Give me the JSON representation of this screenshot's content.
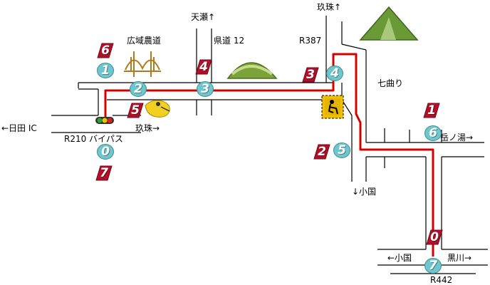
{
  "labels": {
    "amase_up": "天瀬↑",
    "koiki_nodo": "広域農道",
    "kendo_12": "県道 12",
    "r387": "R387",
    "kusu_up": "玖珠↑",
    "hita_ic": "←日田 IC",
    "r210": "R210 バイパス",
    "kusu_right": "玖珠→",
    "nanamagari": "七曲り",
    "takenoyu": "岳ノ湯→",
    "oguni_down": "↓小国",
    "oguni_left": "←小国",
    "kurokawa": "黒川→",
    "r442": "R442"
  },
  "markers": {
    "m6": "6",
    "m1": "1",
    "m2": "2",
    "m5": "5",
    "m4": "4",
    "m3": "3",
    "m3b": "3",
    "m4b": "4",
    "m1b": "1",
    "m6b": "6",
    "m2b": "2",
    "m5b": "5",
    "m0": "0",
    "m7": "7",
    "m0b": "0",
    "m7b": "7"
  },
  "colors": {
    "route": "#d40000",
    "road": "#000000",
    "red_marker": "#b0102a",
    "cyan_marker": "#6fc6cc",
    "hill": "#7ba33a",
    "mountain": "#6a9a36"
  },
  "icons": {
    "bridge": "bridge-icon",
    "traffic_light": "traffic-light-icon",
    "hill": "hill-icon",
    "mountain": "mountain-icon",
    "construction": "construction-sign-icon",
    "shrine": "workers-icon"
  }
}
